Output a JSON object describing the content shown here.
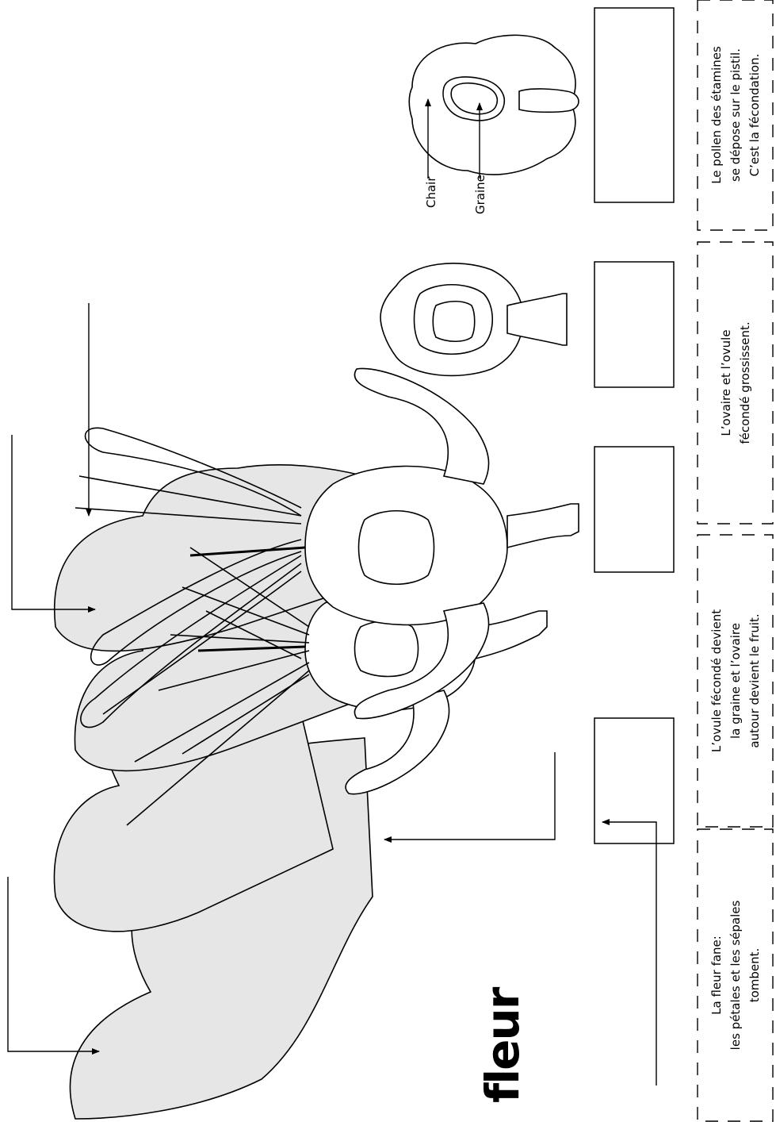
{
  "title": "fleur",
  "labels": {
    "chair": "Chair",
    "graine": "Graine"
  },
  "cards": [
    {
      "lines": [
        "La fleur fane:",
        "les pétales et les sépales",
        "tombent."
      ]
    },
    {
      "lines": [
        "L’ovule fécondé devient",
        "la graine et l’ovaire",
        "autour devient le fruit."
      ]
    },
    {
      "lines": [
        "L’ovaire et l’ovule",
        "fécondé grossissent."
      ]
    },
    {
      "lines": [
        "Le pollen des étamines",
        "se dépose sur le pistil.",
        "C’est la fécondation."
      ]
    }
  ],
  "colors": {
    "petal_fill": "#e6e6e6",
    "line": "#000000"
  }
}
